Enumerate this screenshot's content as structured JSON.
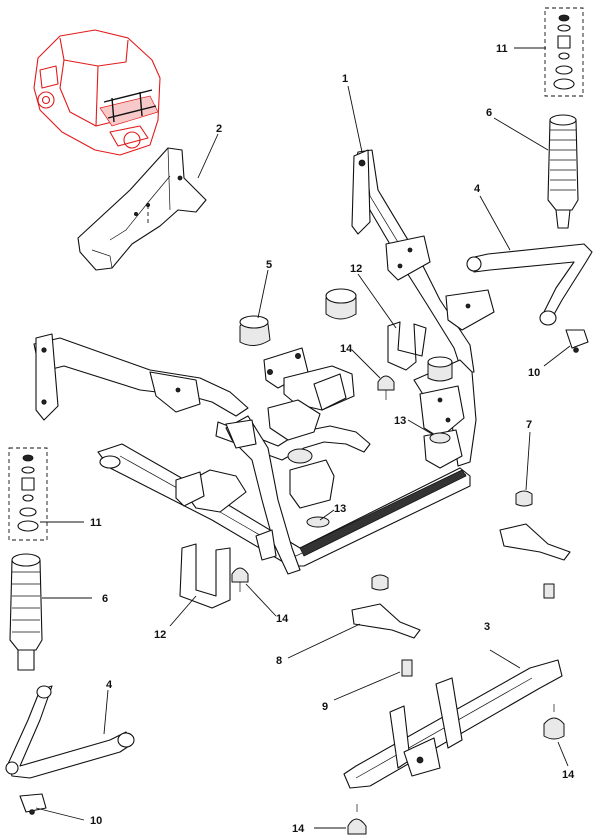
{
  "diagram": {
    "callouts": [
      {
        "key": "c1a",
        "text": "1"
      },
      {
        "key": "c2a",
        "text": "2"
      },
      {
        "key": "c3a",
        "text": "3"
      },
      {
        "key": "c4a",
        "text": "4"
      },
      {
        "key": "c4b",
        "text": "4"
      },
      {
        "key": "c5a",
        "text": "5"
      },
      {
        "key": "c6a",
        "text": "6"
      },
      {
        "key": "c6b",
        "text": "6"
      },
      {
        "key": "c7a",
        "text": "7"
      },
      {
        "key": "c8a",
        "text": "8"
      },
      {
        "key": "c9a",
        "text": "9"
      },
      {
        "key": "c10a",
        "text": "10"
      },
      {
        "key": "c10b",
        "text": "10"
      },
      {
        "key": "c11a",
        "text": "11"
      },
      {
        "key": "c11b",
        "text": "11"
      },
      {
        "key": "c12a",
        "text": "12"
      },
      {
        "key": "c12b",
        "text": "12"
      },
      {
        "key": "c13a",
        "text": "13"
      },
      {
        "key": "c13b",
        "text": "13"
      },
      {
        "key": "c14a",
        "text": "14"
      },
      {
        "key": "c14b",
        "text": "14"
      },
      {
        "key": "c14c",
        "text": "14"
      },
      {
        "key": "c14d",
        "text": "14"
      }
    ],
    "colors": {
      "line": "#111111",
      "locator": "#e21b1b",
      "background": "#ffffff"
    }
  }
}
